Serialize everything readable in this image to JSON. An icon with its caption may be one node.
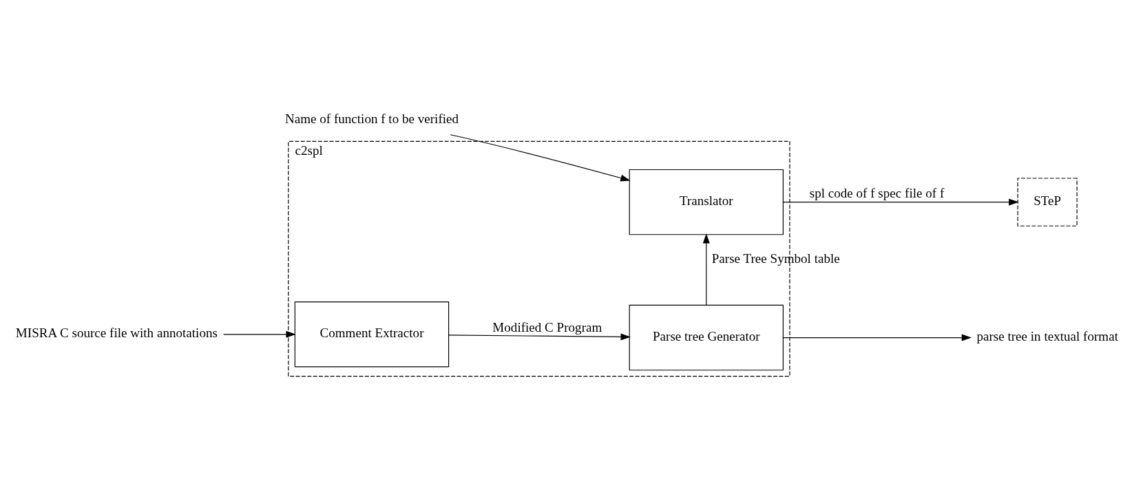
{
  "diagram": {
    "nodes": [
      {
        "text": [
          "c2spl"
        ]
      },
      {
        "text": [
          "MISRA C source file with annotations"
        ]
      },
      {
        "text": [
          "Comment Extractor"
        ],
        "in": 0
      },
      {
        "text": [
          "Parse tree Generator"
        ],
        "in": 0
      },
      {
        "text": [
          "parse tree in textual format"
        ]
      },
      {
        "text": [
          "Name of function f to be verified"
        ]
      },
      {
        "text": [
          "Translator"
        ],
        "in": 0
      },
      {
        "text": [
          "STeP"
        ]
      }
    ],
    "edges": [
      {
        "from": 1,
        "to": 2,
        "arrow": "to"
      },
      {
        "from": 2,
        "to": 3,
        "arrow": "to",
        "label": "Modified C Program"
      },
      {
        "from": 3,
        "to": 4,
        "arrow": "to"
      },
      {
        "from": 3,
        "to": 6,
        "arrow": "to",
        "label": "Parse Tree Symbol table"
      },
      {
        "from": 5,
        "to": 6,
        "arrow": "to"
      },
      {
        "from": 6,
        "to": 7,
        "arrow": "to",
        "label": "spl code of f spec file of f"
      }
    ]
  }
}
